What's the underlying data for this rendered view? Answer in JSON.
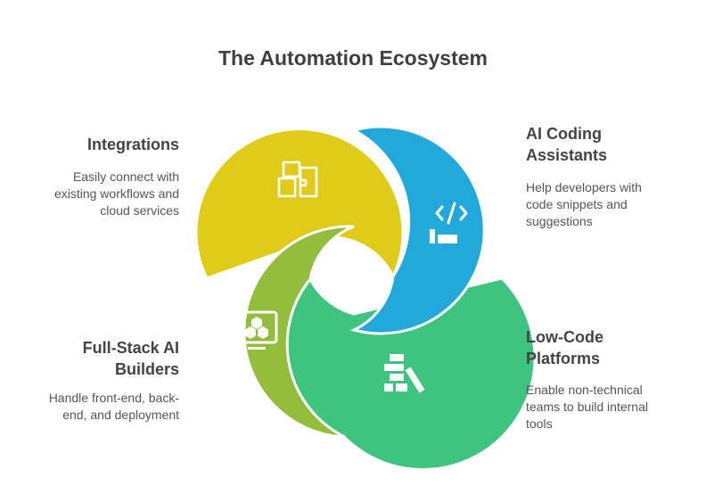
{
  "title": "The Automation Ecosystem",
  "colors": {
    "integrations": "#E0CB1A",
    "ai_coding": "#22A8DB",
    "full_stack": "#93BD3C",
    "low_code": "#3EC47E"
  },
  "segments": [
    {
      "key": "integrations",
      "icon": "puzzle-icon",
      "label_lines": [
        "Integrations"
      ],
      "desc_lines": [
        "Easily connect with",
        "existing workflows and",
        "cloud services"
      ]
    },
    {
      "key": "ai_coding",
      "icon": "code-icon",
      "label_lines": [
        "AI Coding",
        "Assistants"
      ],
      "desc_lines": [
        "Help developers with",
        "code snippets and",
        "suggestions"
      ]
    },
    {
      "key": "full_stack",
      "icon": "monitor-cubes-icon",
      "label_lines": [
        "Full-Stack AI",
        "Builders"
      ],
      "desc_lines": [
        "Handle front-end, back-",
        "end, and deployment"
      ]
    },
    {
      "key": "low_code",
      "icon": "blocks-icon",
      "label_lines": [
        "Low-Code",
        "Platforms"
      ],
      "desc_lines": [
        "Enable non-technical",
        "teams to build internal",
        "tools"
      ]
    }
  ]
}
